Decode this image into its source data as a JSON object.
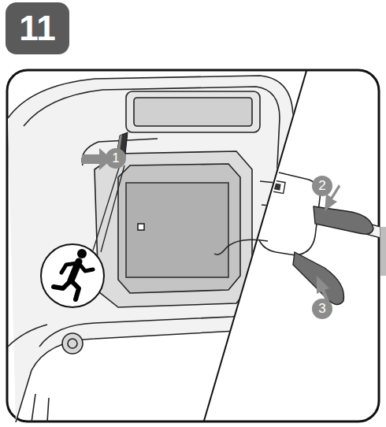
{
  "diagram": {
    "nodes": [
      {
        "text": [
          "11"
        ]
      },
      {
        "text": [
          "1"
        ]
      },
      {
        "text": [
          "2"
        ]
      },
      {
        "text": [
          "3"
        ]
      }
    ]
  }
}
